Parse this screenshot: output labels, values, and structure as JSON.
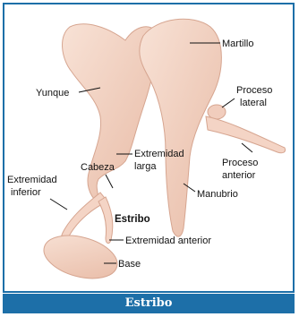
{
  "figure": {
    "caption": "Estribo",
    "colors": {
      "bone": "#f3d6c8",
      "bone_shadow": "#d9a892",
      "frame": "#1d6fa8"
    }
  },
  "labels": {
    "martillo": "Martillo",
    "yunque": "Yunque",
    "proceso_lateral": "Proceso lateral",
    "proceso_lateral_l1": "Proceso",
    "proceso_lateral_l2": "lateral",
    "extremidad_larga_l1": "Extremidad",
    "extremidad_larga_l2": "larga",
    "cabeza": "Cabeza",
    "proceso_anterior_l1": "Proceso",
    "proceso_anterior_l2": "anterior",
    "extremidad_inferior_l1": "Extremidad",
    "extremidad_inferior_l2": "inferior",
    "manubrio": "Manubrio",
    "estribo": "Estribo",
    "extremidad_anterior": "Extremidad anterior",
    "base": "Base"
  }
}
